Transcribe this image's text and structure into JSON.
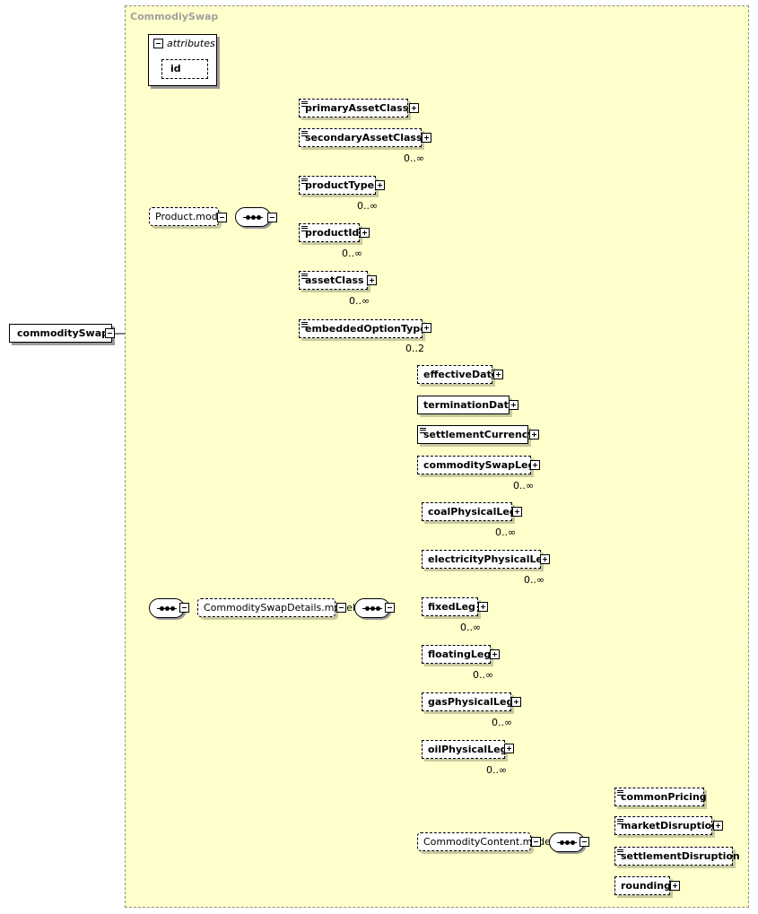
{
  "complex_type": {
    "name": "CommodiySwap"
  },
  "root_element": {
    "name": "commoditySwap"
  },
  "attributes": {
    "label": "attributes",
    "items": [
      "id"
    ]
  },
  "product_model": {
    "name": "Product.model",
    "children": [
      {
        "name": "primaryAssetClass",
        "cardinality": ""
      },
      {
        "name": "secondaryAssetClass",
        "cardinality": "0..∞"
      },
      {
        "name": "productType",
        "cardinality": "0..∞"
      },
      {
        "name": "productId",
        "cardinality": "0..∞"
      },
      {
        "name": "assetClass",
        "cardinality": "0..∞"
      },
      {
        "name": "embeddedOptionType",
        "cardinality": "0..2"
      }
    ]
  },
  "details_model": {
    "name": "CommoditySwapDetails.model",
    "children": [
      {
        "name": "effectiveDate",
        "cardinality": ""
      },
      {
        "name": "terminationDate",
        "cardinality": ""
      },
      {
        "name": "settlementCurrency",
        "cardinality": ""
      },
      {
        "name": "commoditySwapLeg",
        "cardinality": "0..∞"
      },
      {
        "name": "coalPhysicalLeg",
        "cardinality": "0..∞"
      },
      {
        "name": "electricityPhysicalLeg",
        "cardinality": "0..∞"
      },
      {
        "name": "fixedLeg",
        "cardinality": "0..∞"
      },
      {
        "name": "floatingLeg",
        "cardinality": "0..∞"
      },
      {
        "name": "gasPhysicalLeg",
        "cardinality": "0..∞"
      },
      {
        "name": "oilPhysicalLeg",
        "cardinality": "0..∞"
      }
    ]
  },
  "content_model": {
    "name": "CommodityContent.model",
    "children": [
      {
        "name": "commonPricing"
      },
      {
        "name": "marketDisruption"
      },
      {
        "name": "settlementDisruption"
      },
      {
        "name": "rounding"
      }
    ]
  }
}
